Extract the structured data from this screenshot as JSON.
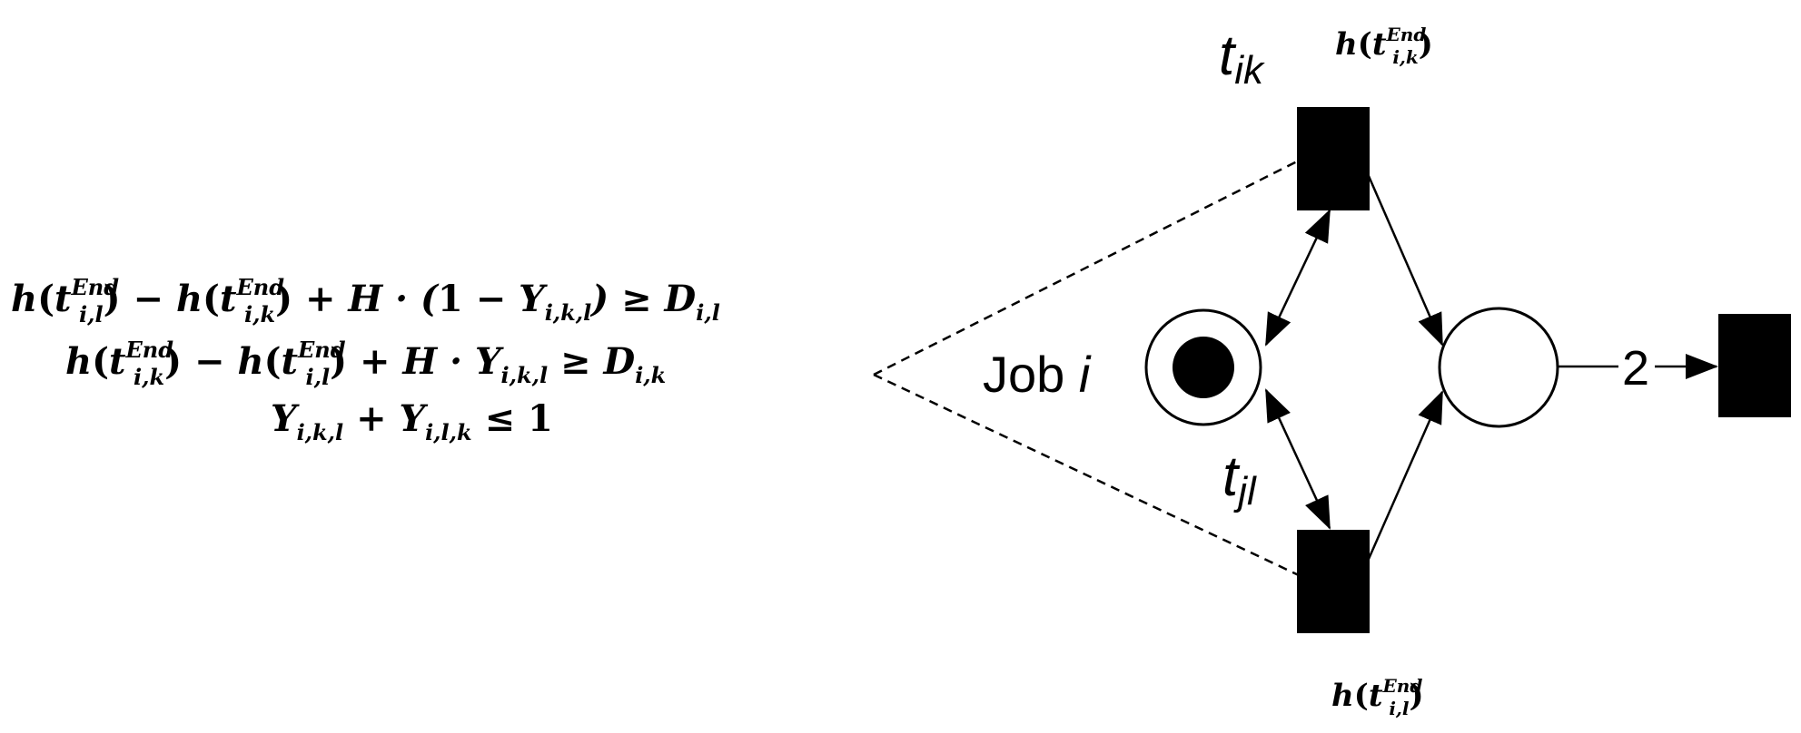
{
  "constraints": {
    "line1": {
      "h1": "h",
      "t1": "t",
      "sup1": "End",
      "sub1": "i,l",
      "minus": " − ",
      "h2": "h",
      "t2": "t",
      "sup2": "End",
      "sub2": "i,k",
      "rest_a": " + H · (",
      "one": "1",
      "rest_b": " − Y",
      "suby": "i,k,l",
      "rest_c": ") ≥ D",
      "subd": "i,l"
    },
    "line2": {
      "h1": "h",
      "t1": "t",
      "sup1": "End",
      "sub1": "i,k",
      "minus": " − ",
      "h2": "h",
      "t2": "t",
      "sup2": "End",
      "sub2": "i,l",
      "rest_a": " + H · Y",
      "suby": "i,k,l",
      "rest_c": " ≥ D",
      "subd": "i,k"
    },
    "line3": {
      "y1": "Y",
      "sub1": "i,k,l",
      "plus": " + Y",
      "sub2": "i,l,k",
      "leq": " ≤ ",
      "one": "1"
    }
  },
  "labels": {
    "t_ik": {
      "base": "t",
      "sub": "ik"
    },
    "t_jl": {
      "base": "t",
      "sub": "jl"
    },
    "h_top": {
      "h": "h",
      "t": "t",
      "sup": "End",
      "sub": "i,k"
    },
    "h_bottom": {
      "h": "h",
      "t": "t",
      "sup": "End",
      "sub": "i,l"
    },
    "job_text": "Job ",
    "job_var": "i",
    "arc_weight": "2"
  }
}
